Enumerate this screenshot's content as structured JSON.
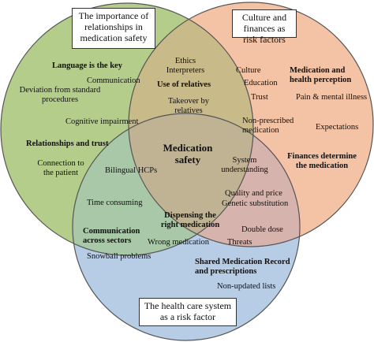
{
  "colors": {
    "green_fill": "#b4cd8a",
    "orange_fill": "#f4c3a5",
    "blue_fill": "#b7cde6",
    "green_orange": "#c9ba8a",
    "green_blue": "#a9c8a8",
    "orange_blue": "#d6b3ad",
    "all_three": "#bfb393",
    "stroke": "#555555"
  },
  "titles": {
    "green": "The importance of relationships in medication safety",
    "orange": "Culture and finances as risk factors",
    "blue": "The health care system as a risk factor"
  },
  "center": "Medication safety",
  "green": {
    "language_heading": "Language is the key",
    "communication": "Communication",
    "deviation": "Deviation from standard procedures",
    "cognitive": "Cognitive impairment",
    "relationships_heading": "Relationships and trust",
    "connection": "Connection to the patient"
  },
  "green_orange": {
    "ethics": "Ethics Interpreters",
    "use_relatives": "Use of relatives",
    "takeover": "Takeover by relatives"
  },
  "orange": {
    "culture": "Culture",
    "education": "Education",
    "trust": "Trust",
    "med_health_heading": "Medication and health perception",
    "pain": "Pain & mental illness",
    "nonprescribed": "Non-prescribed medication",
    "expectations": "Expectations",
    "finances_heading": "Finances determine the medication"
  },
  "green_blue": {
    "bilingual": "Bilingual HCPs",
    "time": "Time consuming"
  },
  "orange_blue": {
    "system": "System understanding",
    "quality": "Quality and price",
    "generic": "Genetic substitution"
  },
  "blue": {
    "dispensing_heading": "Dispensing the right medication",
    "double_dose": "Double dose",
    "comm_sectors_heading": "Communication across sectors",
    "wrong_med": "Wrong medication",
    "threats": "Threats",
    "snowball": "Snowball problems",
    "shared_heading": "Shared Medication Record and prescriptions",
    "nonupdated": "Non-updated lists"
  }
}
